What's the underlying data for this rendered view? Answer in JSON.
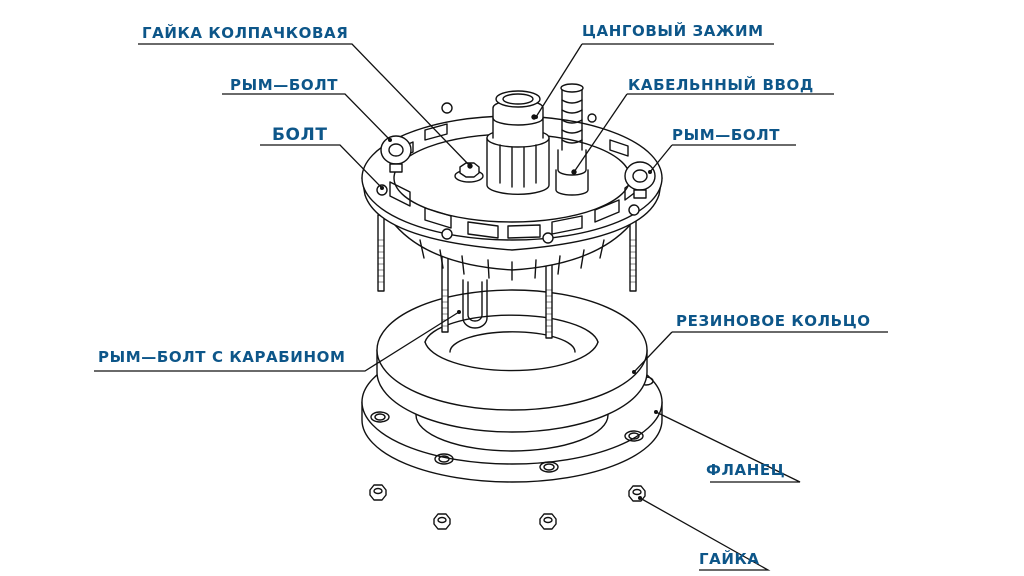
{
  "diagram": {
    "type": "exploded-assembly-view",
    "label_color": "#0d5689",
    "line_color": "#111111",
    "labels": [
      {
        "id": "cap-nut",
        "text": "ГАЙКА КОЛПАЧКОВАЯ"
      },
      {
        "id": "collet-clamp",
        "text": "ЦАНГОВЫЙ ЗАЖИМ"
      },
      {
        "id": "eye-bolt-left",
        "text": "РЫМ—БОЛТ"
      },
      {
        "id": "cable-gland",
        "text": "КАБЕЛЬННЫЙ ВВОД"
      },
      {
        "id": "bolt",
        "text": "БОЛТ"
      },
      {
        "id": "eye-bolt-right",
        "text": "РЫМ—БОЛТ"
      },
      {
        "id": "rubber-ring",
        "text": "РЕЗИНОВОЕ КОЛЬЦО"
      },
      {
        "id": "eye-bolt-carabiner",
        "text": "РЫМ—БОЛТ С КАРАБИНОМ"
      },
      {
        "id": "flange",
        "text": "ФЛАНЕЦ"
      },
      {
        "id": "nut",
        "text": "ГАЙКА"
      }
    ]
  }
}
